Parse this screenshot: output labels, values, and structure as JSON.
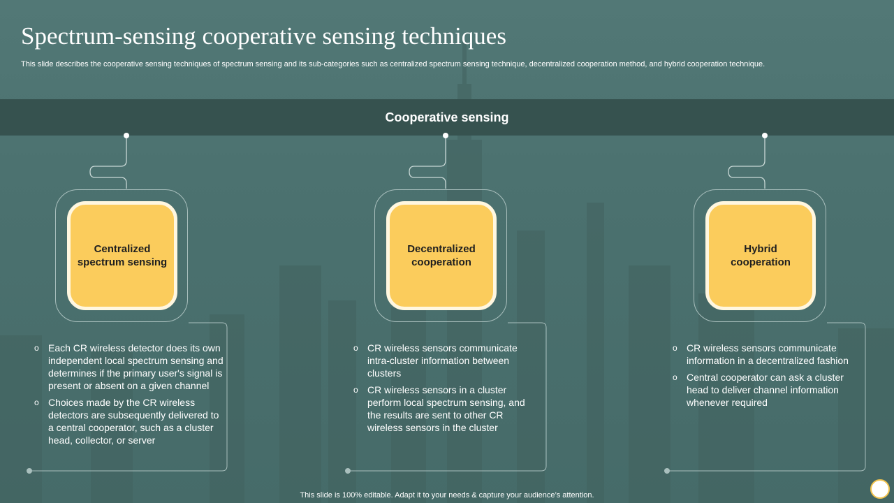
{
  "slide": {
    "title": "Spectrum-sensing cooperative sensing techniques",
    "subtitle": "This slide describes the cooperative sensing techniques of spectrum sensing and its sub-categories such as centralized spectrum sensing technique, decentralized cooperation method, and hybrid cooperation technique.",
    "band_label": "Cooperative sensing",
    "footer": "This slide is 100% editable. Adapt it to your needs & capture your audience’s attention.",
    "colors": {
      "background": "#4f7573",
      "band": "#36524f",
      "card_fill": "#fbcc5c",
      "card_border": "#fff7e0",
      "outline": "#a9bfbd"
    }
  },
  "cards": [
    {
      "label_line1": "Centralized",
      "label_line2": "spectrum sensing",
      "points": [
        "Each CR wireless detector does its own independent local spectrum sensing and determines if the primary user's signal is present or absent on a given channel",
        "Choices made by the CR wireless detectors are subsequently delivered to a central cooperator, such as a cluster head, collector, or server"
      ]
    },
    {
      "label_line1": "Decentralized",
      "label_line2": "cooperation",
      "points": [
        "CR wireless sensors communicate intra-cluster information between clusters",
        "CR wireless sensors in a cluster perform local spectrum sensing, and the results are sent to other CR wireless sensors in the cluster"
      ]
    },
    {
      "label_line1": "Hybrid",
      "label_line2": "cooperation",
      "points": [
        "CR wireless sensors communicate information in a decentralized fashion",
        "Central cooperator can ask a cluster head to deliver channel information whenever required"
      ]
    }
  ],
  "bullet_glyph": "o"
}
